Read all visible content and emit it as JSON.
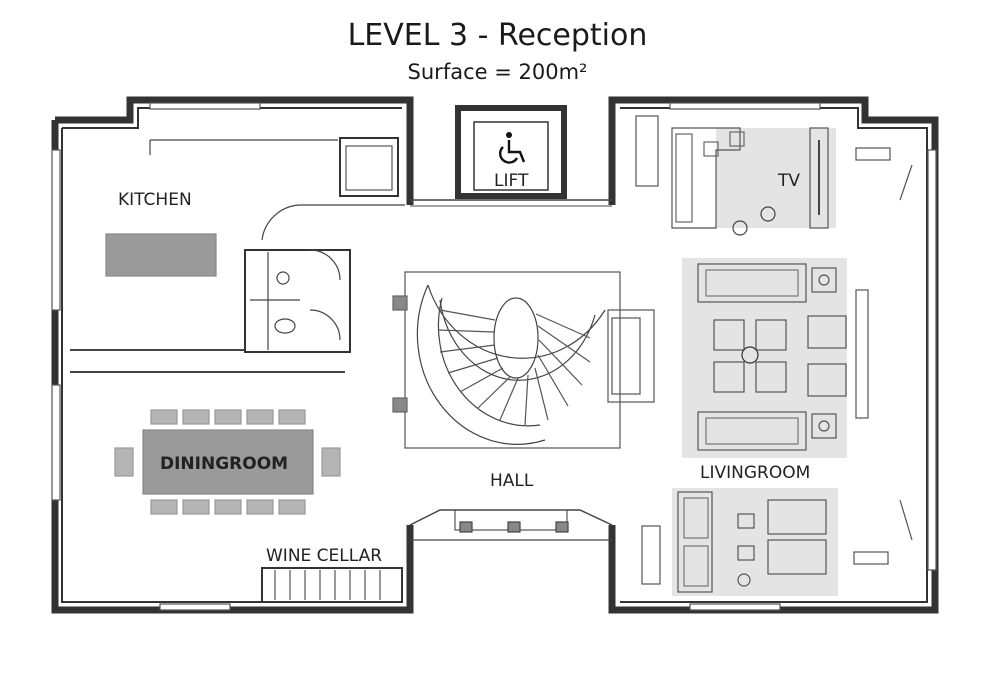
{
  "header": {
    "title": "LEVEL 3 - Reception",
    "subtitle": "Surface = 200m²"
  },
  "rooms": {
    "kitchen": "KITCHEN",
    "lift": "LIFT",
    "tv": "TV",
    "diningroom": "DININGROOM",
    "hall": "HALL",
    "livingroom": "LIVINGROOM",
    "wine_cellar": "WINE CELLAR"
  },
  "icons": {
    "lift": "wheelchair-icon"
  },
  "colors": {
    "wall": "#3a3a3a",
    "furniture_fill": "#9a9a9a",
    "rug": "#e4e4e4",
    "line": "#444444"
  }
}
